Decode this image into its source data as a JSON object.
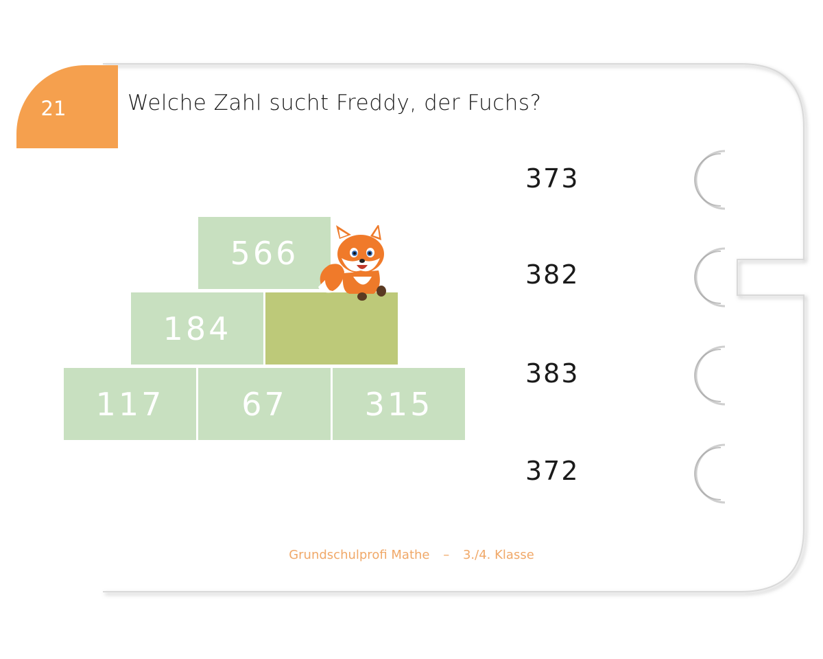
{
  "card": {
    "number": "21",
    "question": "Welche Zahl sucht Freddy, der Fuchs?"
  },
  "pyramid": {
    "top": "566",
    "middle_left": "184",
    "middle_right": "",
    "bottom": [
      "117",
      "67",
      "315"
    ]
  },
  "answers": [
    "373",
    "382",
    "383",
    "372"
  ],
  "footer": {
    "left": "Grundschulprofi Mathe",
    "separator": "–",
    "right": "3./4. Klasse"
  },
  "colors": {
    "badge": "#f5a04e",
    "brick": "#c8e0c0",
    "target_brick": "#bdc979",
    "footer_text": "#f0a868"
  }
}
